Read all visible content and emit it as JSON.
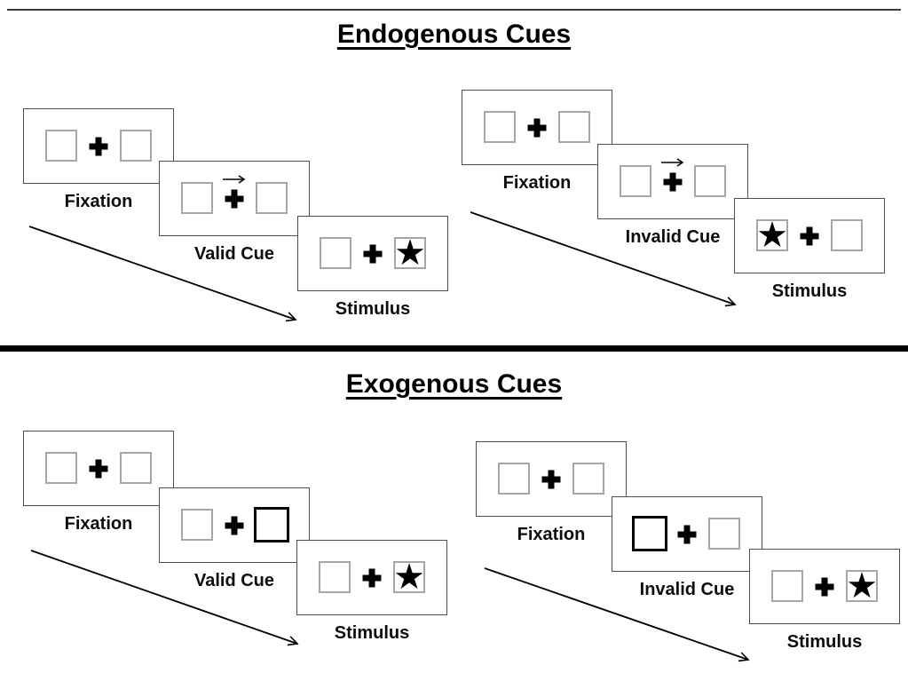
{
  "sections": [
    {
      "title": "Endogenous Cues",
      "sequences": [
        {
          "name": "valid",
          "panels": [
            {
              "label": "Fixation"
            },
            {
              "label": "Valid Cue",
              "cue": "arrow-right"
            },
            {
              "label": "Stimulus",
              "star_side": "right"
            }
          ]
        },
        {
          "name": "invalid",
          "panels": [
            {
              "label": "Fixation"
            },
            {
              "label": "Invalid Cue",
              "cue": "arrow-right"
            },
            {
              "label": "Stimulus",
              "star_side": "left"
            }
          ]
        }
      ]
    },
    {
      "title": "Exogenous Cues",
      "sequences": [
        {
          "name": "valid",
          "panels": [
            {
              "label": "Fixation"
            },
            {
              "label": "Valid Cue",
              "cue": "bold-box-right"
            },
            {
              "label": "Stimulus",
              "star_side": "right"
            }
          ]
        },
        {
          "name": "invalid",
          "panels": [
            {
              "label": "Fixation"
            },
            {
              "label": "Invalid Cue",
              "cue": "bold-box-left"
            },
            {
              "label": "Stimulus",
              "star_side": "right"
            }
          ]
        }
      ]
    }
  ],
  "symbols": {
    "star": "★",
    "fixation_cross": "+",
    "cue_arrow": "→"
  },
  "colors": {
    "panel_border": "#4d4d4d",
    "placeholder_border": "#a6a6a6",
    "ink": "#000000",
    "divider": "#000000"
  }
}
